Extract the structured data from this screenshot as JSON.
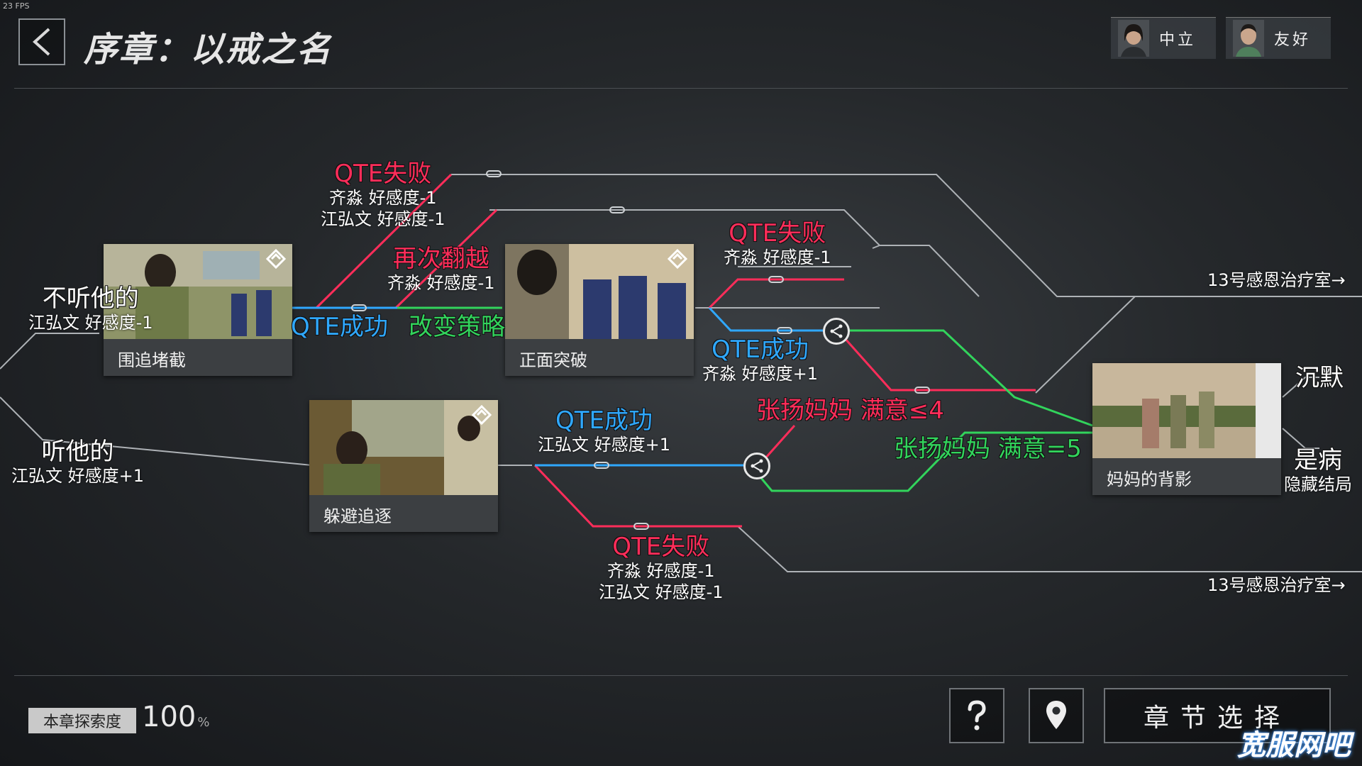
{
  "fps": "23 FPS",
  "header": {
    "title": "序章：以戒之名",
    "characters": [
      {
        "label": "中立",
        "icon": "female-portrait-icon"
      },
      {
        "label": "友好",
        "icon": "male-portrait-icon"
      }
    ]
  },
  "colors": {
    "fail": "#ff2d5a",
    "success": "#2fa8ff",
    "strategy": "#32d45c",
    "path": "#bfc3c7"
  },
  "entry_choices": [
    {
      "choice": "不听他的",
      "effect": "江弘文 好感度-1"
    },
    {
      "choice": "听他的",
      "effect": "江弘文 好感度+1"
    }
  ],
  "nodes": [
    {
      "name": "围追堵截"
    },
    {
      "name": "躲避追逐"
    },
    {
      "name": "正面突破"
    },
    {
      "name": "妈妈的背影"
    }
  ],
  "labels": {
    "qte_fail_1": {
      "title": "QTE失败",
      "lines": [
        "齐淼 好感度-1",
        "江弘文 好感度-1"
      ]
    },
    "retry": {
      "title": "再次翻越",
      "lines": [
        "齐淼 好感度-1"
      ]
    },
    "qte_success_1": {
      "title": "QTE成功"
    },
    "change_strategy": {
      "title": "改变策略"
    },
    "qte_fail_2": {
      "title": "QTE失败",
      "lines": [
        "齐淼 好感度-1"
      ]
    },
    "qte_success_2": {
      "title": "QTE成功",
      "lines": [
        "齐淼 好感度+1"
      ]
    },
    "mom_le4": {
      "title": "张扬妈妈 满意≤4"
    },
    "mom_eq5": {
      "title": "张扬妈妈 满意=5"
    },
    "qte_success_3": {
      "title": "QTE成功",
      "lines": [
        "江弘文 好感度+1"
      ]
    },
    "qte_fail_3": {
      "title": "QTE失败",
      "lines": [
        "齐淼 好感度-1",
        "江弘文 好感度-1"
      ]
    }
  },
  "exits": [
    "13号感恩治疗室→",
    "13号感恩治疗室→"
  ],
  "endings": [
    {
      "title": "沉默"
    },
    {
      "title": "是病",
      "subtitle": "隐藏结局"
    }
  ],
  "footer": {
    "explore_label": "本章探索度",
    "explore_value": "100",
    "explore_unit": "%",
    "chapter_select": "章节选择",
    "help_icon": "question-icon",
    "location_icon": "location-pin-icon"
  },
  "watermark": "宽服网吧"
}
